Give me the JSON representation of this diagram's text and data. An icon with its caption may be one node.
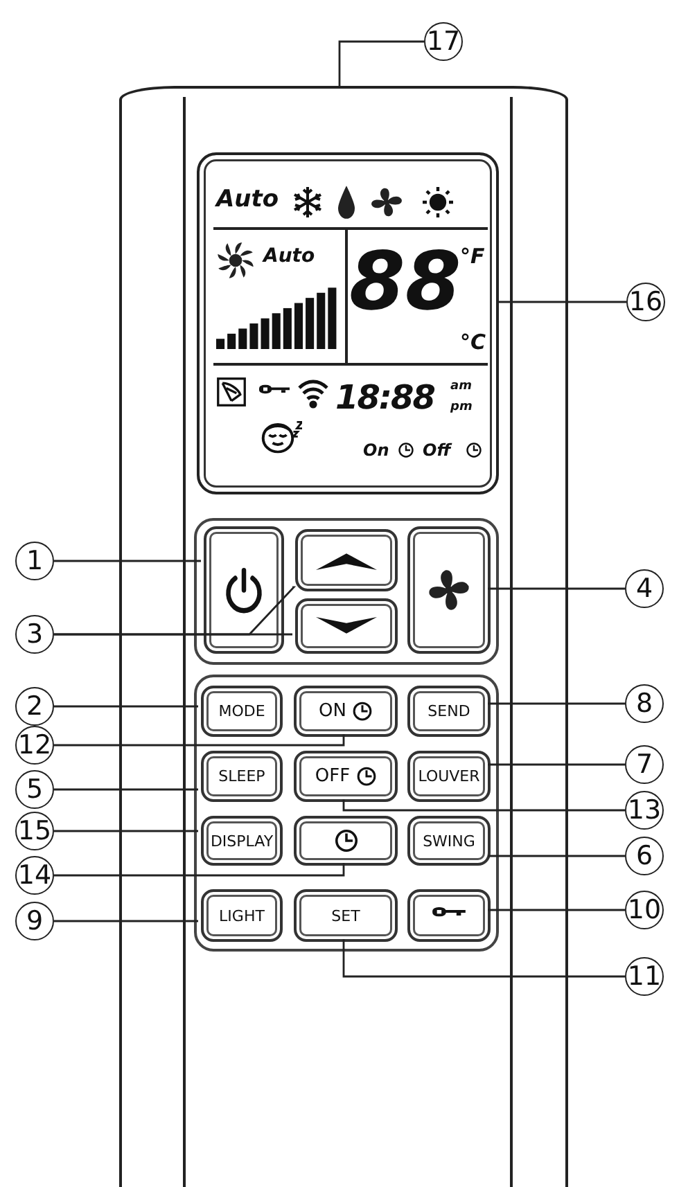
{
  "diagram": {
    "nodes": [
      {
        "text": [
          "17"
        ]
      },
      {
        "text": [],
        "shape": "box"
      },
      {
        "text": [
          "Auto",
          "Auto",
          "88",
          "°F",
          "°C",
          "18:88",
          "am",
          "pm",
          "On",
          "Off"
        ],
        "in": 1
      },
      {
        "text": [
          "16"
        ]
      },
      {
        "text": [
          "1"
        ]
      },
      {
        "text": [],
        "shape": "box",
        "in": 1
      },
      {
        "text": [],
        "shape": "box",
        "in": 1
      },
      {
        "text": [
          "4"
        ]
      },
      {
        "text": [],
        "shape": "box",
        "in": 1
      },
      {
        "text": [
          "3"
        ]
      },
      {
        "text": [],
        "shape": "box",
        "in": 1
      },
      {
        "text": [
          "2"
        ]
      },
      {
        "text": [
          "MODE"
        ],
        "in": 1
      },
      {
        "text": [
          "ON"
        ],
        "in": 1
      },
      {
        "text": [
          "SEND"
        ],
        "in": 1
      },
      {
        "text": [
          "8"
        ]
      },
      {
        "text": [
          "12"
        ]
      },
      {
        "text": [
          "7"
        ]
      },
      {
        "text": [
          "5"
        ]
      },
      {
        "text": [
          "SLEEP"
        ],
        "in": 1
      },
      {
        "text": [
          "OFF"
        ],
        "in": 1
      },
      {
        "text": [
          "LOUVER"
        ],
        "in": 1
      },
      {
        "text": [
          "13"
        ]
      },
      {
        "text": [
          "15"
        ]
      },
      {
        "text": [
          "DISPLAY"
        ],
        "in": 1
      },
      {
        "text": [],
        "shape": "box",
        "in": 1
      },
      {
        "text": [
          "SWING"
        ],
        "in": 1
      },
      {
        "text": [
          "6"
        ]
      },
      {
        "text": [
          "14"
        ]
      },
      {
        "text": [
          "9"
        ]
      },
      {
        "text": [
          "LIGHT"
        ],
        "in": 1
      },
      {
        "text": [
          "SET"
        ],
        "in": 1
      },
      {
        "text": [],
        "shape": "box",
        "in": 1
      },
      {
        "text": [
          "10"
        ]
      },
      {
        "text": [
          "11"
        ]
      }
    ],
    "edges": [
      {
        "from": 0,
        "to": 1,
        "arrow": "none"
      },
      {
        "from": 3,
        "to": 2,
        "arrow": "none"
      },
      {
        "from": 4,
        "to": 5,
        "arrow": "none"
      },
      {
        "from": 7,
        "to": 8,
        "arrow": "none"
      },
      {
        "from": 9,
        "to": 6,
        "arrow": "none"
      },
      {
        "from": 9,
        "to": 10,
        "arrow": "none"
      },
      {
        "from": 11,
        "to": 12,
        "arrow": "none"
      },
      {
        "from": 15,
        "to": 14,
        "arrow": "none"
      },
      {
        "from": 16,
        "to": 13,
        "arrow": "none"
      },
      {
        "from": 17,
        "to": 21,
        "arrow": "none"
      },
      {
        "from": 18,
        "to": 19,
        "arrow": "none"
      },
      {
        "from": 22,
        "to": 20,
        "arrow": "none"
      },
      {
        "from": 23,
        "to": 24,
        "arrow": "none"
      },
      {
        "from": 27,
        "to": 26,
        "arrow": "none"
      },
      {
        "from": 28,
        "to": 25,
        "arrow": "none"
      },
      {
        "from": 29,
        "to": 30,
        "arrow": "none"
      },
      {
        "from": 33,
        "to": 32,
        "arrow": "none"
      },
      {
        "from": 34,
        "to": 31,
        "arrow": "none"
      }
    ]
  }
}
